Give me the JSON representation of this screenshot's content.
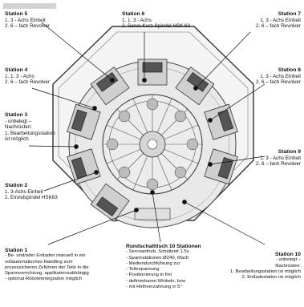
{
  "stations": [
    {
      "title": "Station 5",
      "items": [
        "1.    3 - Achs Einheit",
        "2.    6 – fach Revolver"
      ]
    },
    {
      "title": "Station 6",
      "items": [
        "1.   1. 3 - Achs",
        "2.    Servo-Kurz-Spindel HSK 63"
      ]
    },
    {
      "title": "Station 7",
      "items": [
        "1.    3 - Achs Einheit",
        "2. 6 – fach Revolver"
      ]
    },
    {
      "title": "Station 4",
      "items": [
        "1.    1. 3 - Achs",
        "2.    6 – fach Revolver"
      ]
    },
    {
      "title": "Station 8",
      "items": [
        "1.    3 - Achs Einheit",
        "2. 6 – fach Revolver"
      ]
    },
    {
      "title": "Station 3",
      "items": [
        "-     unbelegt –",
        "Nachrüsten:",
        "1.  Bearbeitungsstation",
        "ist möglich"
      ]
    },
    {
      "title": "Station 9",
      "items": [
        "1.    3 - Achs Einheit",
        "2. 6 – fach Revolver"
      ]
    },
    {
      "title": "Station 2",
      "items": [
        "1.    3-Achs Einheit",
        "2.    Einzelspindel HSK63"
      ]
    },
    {
      "title": "Station 1",
      "items": [
        "-    Be- und/oder Entladen manuell in ein",
        "     vollautomatisches Handling zum",
        "     prozessicheren Zuführen der Teile in die",
        "     Spannvorrichtung, applikationsabhängig",
        "-    optional Roboterintegration möglich"
      ]
    },
    {
      "title": "Rundschalttisch 10 Stationen",
      "items": [
        "Servoantrieb, Schaltzeit 1.5s",
        "Spannstationen Ø240, 6fach",
        "Mediendurchführung zur",
        "Teilespannung",
        "Positionierung in frei",
        "definierbaren Winkeln, bzw",
        "mit Hirthverzahnung in 5°"
      ]
    },
    {
      "title": "Station 10",
      "items": [
        "-     unbelegt –",
        "Nachrüsten:",
        "1.   Bearbeitungsstation ist möglich",
        "2.   Entladestation ist möglich"
      ]
    }
  ]
}
